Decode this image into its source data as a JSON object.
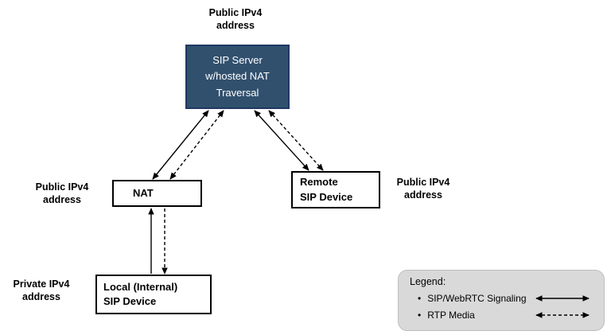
{
  "diagram": {
    "top_label": "Public IPv4\naddress",
    "nat_label": "Public IPv4\naddress",
    "remote_label": "Public IPv4\naddress",
    "local_label": "Private IPv4\naddress",
    "nodes": {
      "sip_server": "SIP Server\nw/hosted NAT\nTraversal",
      "nat": "NAT",
      "remote_device": "Remote\nSIP Device",
      "local_device": "Local (Internal)\nSIP Device"
    },
    "connections": [
      {
        "from": "nat",
        "to": "sip_server",
        "types": [
          "SIP/WebRTC Signaling",
          "RTP Media"
        ]
      },
      {
        "from": "sip_server",
        "to": "remote_device",
        "types": [
          "SIP/WebRTC Signaling",
          "RTP Media"
        ]
      },
      {
        "from": "local_device",
        "to": "nat",
        "types": [
          "SIP/WebRTC Signaling",
          "RTP Media"
        ]
      }
    ]
  },
  "legend": {
    "title": "Legend:",
    "items": [
      {
        "bullet": "•",
        "label": "SIP/WebRTC Signaling",
        "line_style": "solid"
      },
      {
        "bullet": "•",
        "label": "RTP Media",
        "line_style": "dashed"
      }
    ]
  },
  "colors": {
    "server_fill": "#31506E",
    "server_border": "#203864",
    "box_border": "#000000",
    "legend_fill": "#D9D9D9",
    "arrow": "#000000"
  }
}
